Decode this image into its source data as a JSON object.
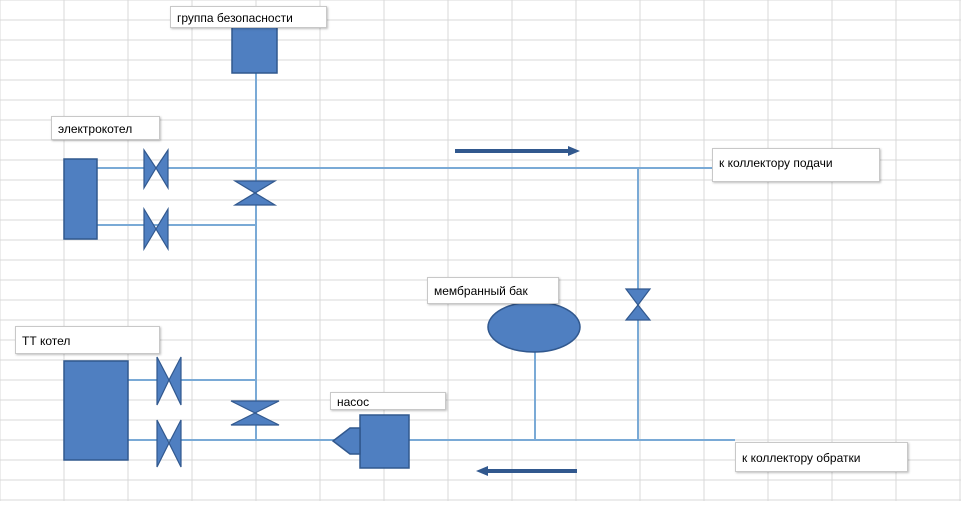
{
  "labels": {
    "safety_group": "группа безопасности",
    "electric_boiler": "электрокотел",
    "supply_collector": "к коллектору  подачи",
    "membrane_tank": "мембранный бак",
    "tt_boiler": "ТТ котел",
    "pump": "насос",
    "return_collector": "к коллектору обратки"
  },
  "colors": {
    "fill": "#4f7fc1",
    "stroke": "#31588e",
    "pipe": "#7aaad6",
    "grid": "#d9d9d9"
  }
}
